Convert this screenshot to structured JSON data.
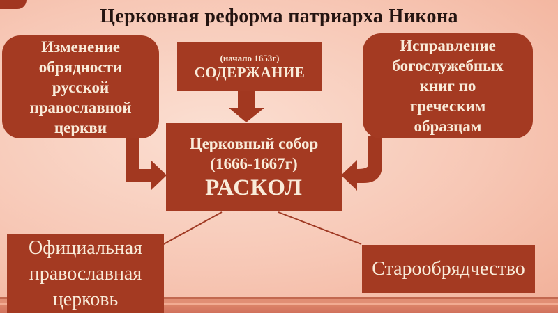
{
  "slide": {
    "title": "Церковная реформа патриарха Никона"
  },
  "boxes": {
    "ritual_change": {
      "lines": [
        "Изменение",
        "обрядности",
        "русской",
        "православной",
        "церкви"
      ]
    },
    "content": {
      "subtitle": "(начало 1653г)",
      "label": "СОДЕРЖАНИЕ"
    },
    "books_correction": {
      "lines": [
        "Исправление",
        "богослужебных",
        "книг по",
        "греческим",
        "образцам"
      ]
    },
    "council": {
      "line1": "Церковный собор",
      "line2": "(1666-1667г)",
      "line3": "РАСКОЛ"
    },
    "official_church": {
      "lines": [
        "Официальная",
        "православная",
        "церковь"
      ]
    },
    "old_believers": {
      "label": "Старообрядчество"
    }
  },
  "icons": {
    "down_arrow": "down-arrow",
    "left_elbow_arrow": "elbow-arrow-right",
    "right_elbow_arrow": "elbow-arrow-left"
  },
  "colors": {
    "box_fill": "#A43A22",
    "box_text": "#F9EBD9",
    "title_text": "#241411",
    "arrow_fill": "#A23820",
    "connector_line": "#A03A24",
    "background_center": "#FBDFD2",
    "background_edge": "#E89D86",
    "band_dark_line": "#C2684F",
    "band_mid": "#E18E74",
    "band_light_line": "#F2AB92",
    "band_bottom": "#DD8469"
  }
}
